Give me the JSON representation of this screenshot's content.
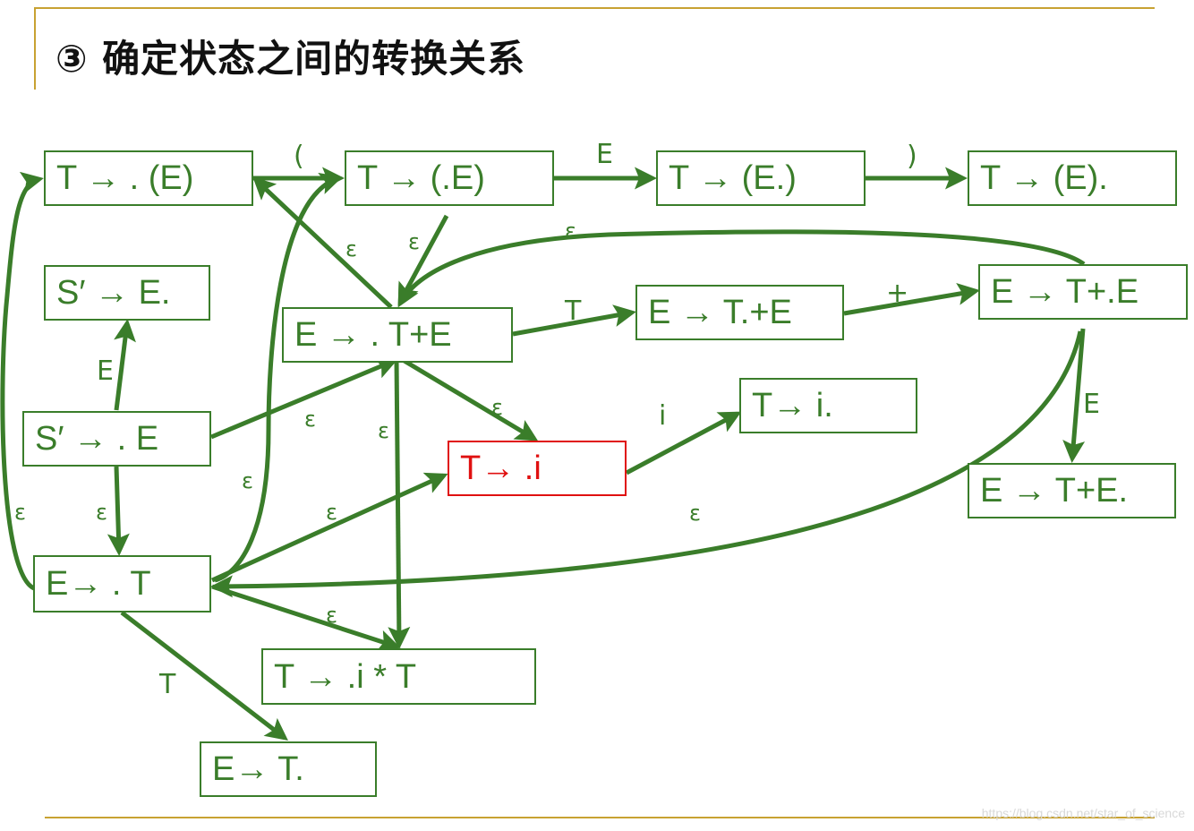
{
  "title": "③ 确定状态之间的转换关系",
  "watermark": "https://blog.csdn.net/star_of_science",
  "colors": {
    "edge": "#3a7d2a",
    "highlight": "#e01010",
    "rule": "#c8a232"
  },
  "nodes": {
    "n1": "T → . (E)",
    "n2": "T → (.E)",
    "n3": "T → (E.)",
    "n4": "T → (E).",
    "n5": "S′ → E.",
    "n6": "E → . T+E",
    "n7": "E → T.+E",
    "n8": "E → T+.E",
    "n9": "S′ → . E",
    "n10": "T→ i.",
    "n11": "T→ .i",
    "n12": "E → T+E.",
    "n13": "E→ . T",
    "n14": "T → .i * T",
    "n15": "E→ T."
  },
  "labels": {
    "paren_open": "(",
    "E": "E",
    "paren_close": ")",
    "T": "T",
    "plus": "+",
    "i": "i",
    "eps": "ε"
  }
}
